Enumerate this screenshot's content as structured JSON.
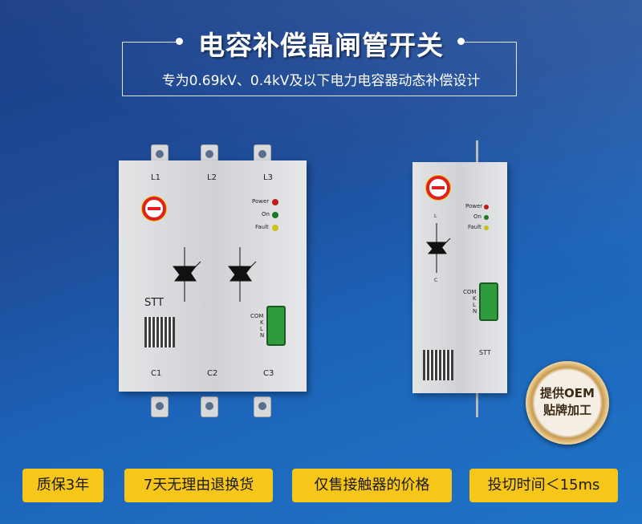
{
  "header": {
    "title": "电容补偿晶闸管开关",
    "subtitle": "专为0.69kV、0.4kV及以下电力电容器动态补偿设计"
  },
  "device_large": {
    "top_labels": [
      "L1",
      "L2",
      "L3"
    ],
    "bottom_labels": [
      "C1",
      "C2",
      "C3"
    ],
    "leds": [
      "Power",
      "On",
      "Fault"
    ],
    "model": "STT",
    "terminals": [
      "COM",
      "K",
      "L",
      "N"
    ]
  },
  "device_small": {
    "leds": [
      "Power",
      "On",
      "Fault"
    ],
    "model": "STT",
    "terminals": [
      "COM",
      "K",
      "L",
      "N"
    ],
    "pole_labels": [
      "L",
      "C"
    ]
  },
  "medal": {
    "line1": "提供OEM",
    "line2": "贴牌加工"
  },
  "features": [
    "质保3年",
    "7天无理由退换货",
    "仅售接触器的价格",
    "投切时间＜15ms"
  ],
  "colors": {
    "badge": "#f6c619",
    "background": "#1f4d9a"
  }
}
